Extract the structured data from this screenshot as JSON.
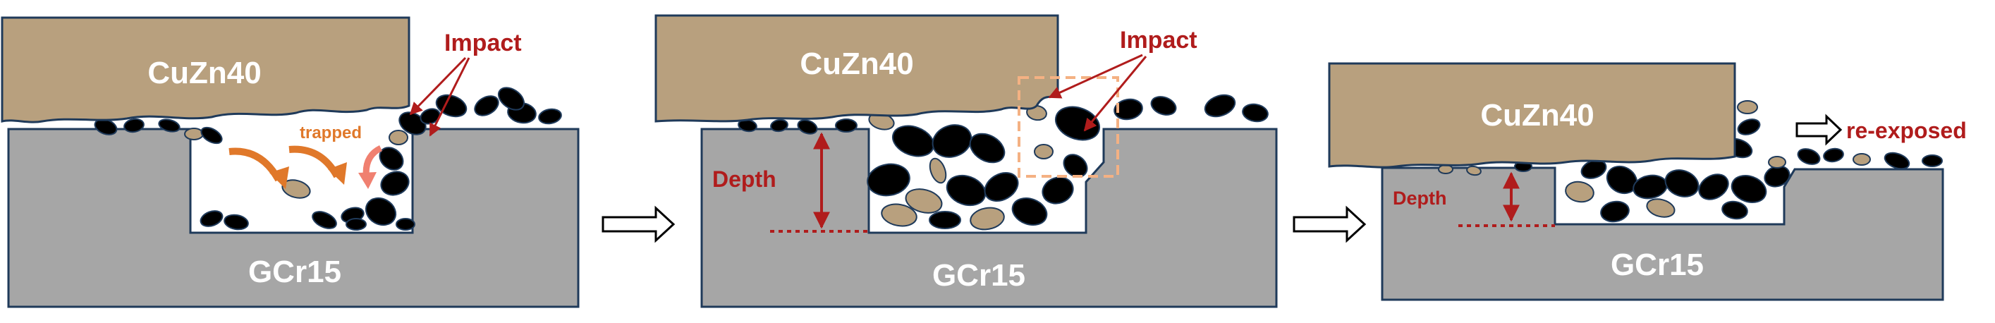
{
  "panels": [
    {
      "upper_material": "CuZn40",
      "lower_material": "GCr15",
      "impact_label": "Impact",
      "trapped_label": "trapped"
    },
    {
      "upper_material": "CuZn40",
      "lower_material": "GCr15",
      "impact_label": "Impact",
      "depth_label": "Depth"
    },
    {
      "upper_material": "CuZn40",
      "lower_material": "GCr15",
      "depth_label": "Depth",
      "reexposed_label": "re-exposed"
    }
  ],
  "colors": {
    "brass": "#b8a07e",
    "steel": "#a6a6a6",
    "outline": "#1f3a5a",
    "particle": "#000000",
    "particle_light": "#b8a07e",
    "annotation_red": "#b01c1c",
    "annotation_orange": "#e0782a",
    "dashed_box": "#f4b183",
    "arrow_fill": "#ffffff"
  },
  "icons": {
    "process_arrow": "right-outline-arrow-icon",
    "flow_arrow": "curved-arrow-icon"
  }
}
